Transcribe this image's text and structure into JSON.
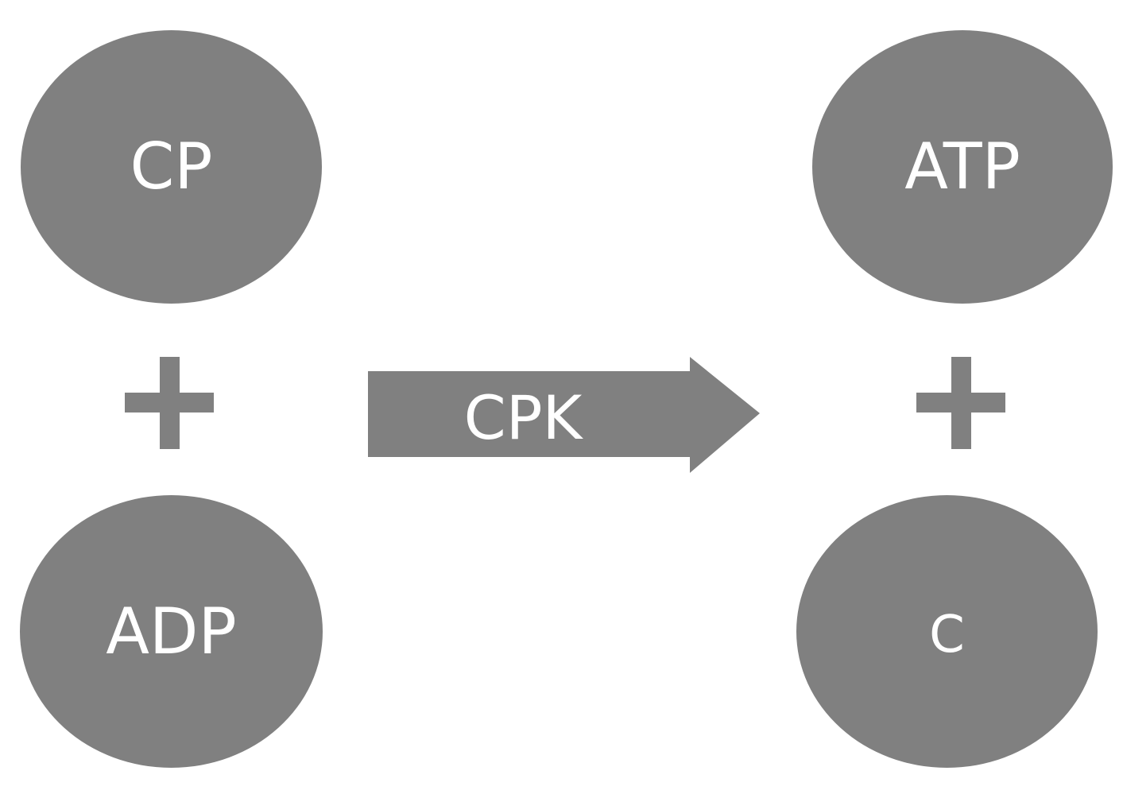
{
  "reactants": [
    {
      "label": "CP"
    },
    {
      "label": "ADP"
    }
  ],
  "products": [
    {
      "label": "ATP"
    },
    {
      "label": "C"
    }
  ],
  "operators": {
    "left_plus": "+",
    "right_plus": "+"
  },
  "enzyme": {
    "label": "CPK"
  },
  "colors": {
    "shape_fill": "#808080",
    "text": "#ffffff",
    "background": "#ffffff"
  }
}
